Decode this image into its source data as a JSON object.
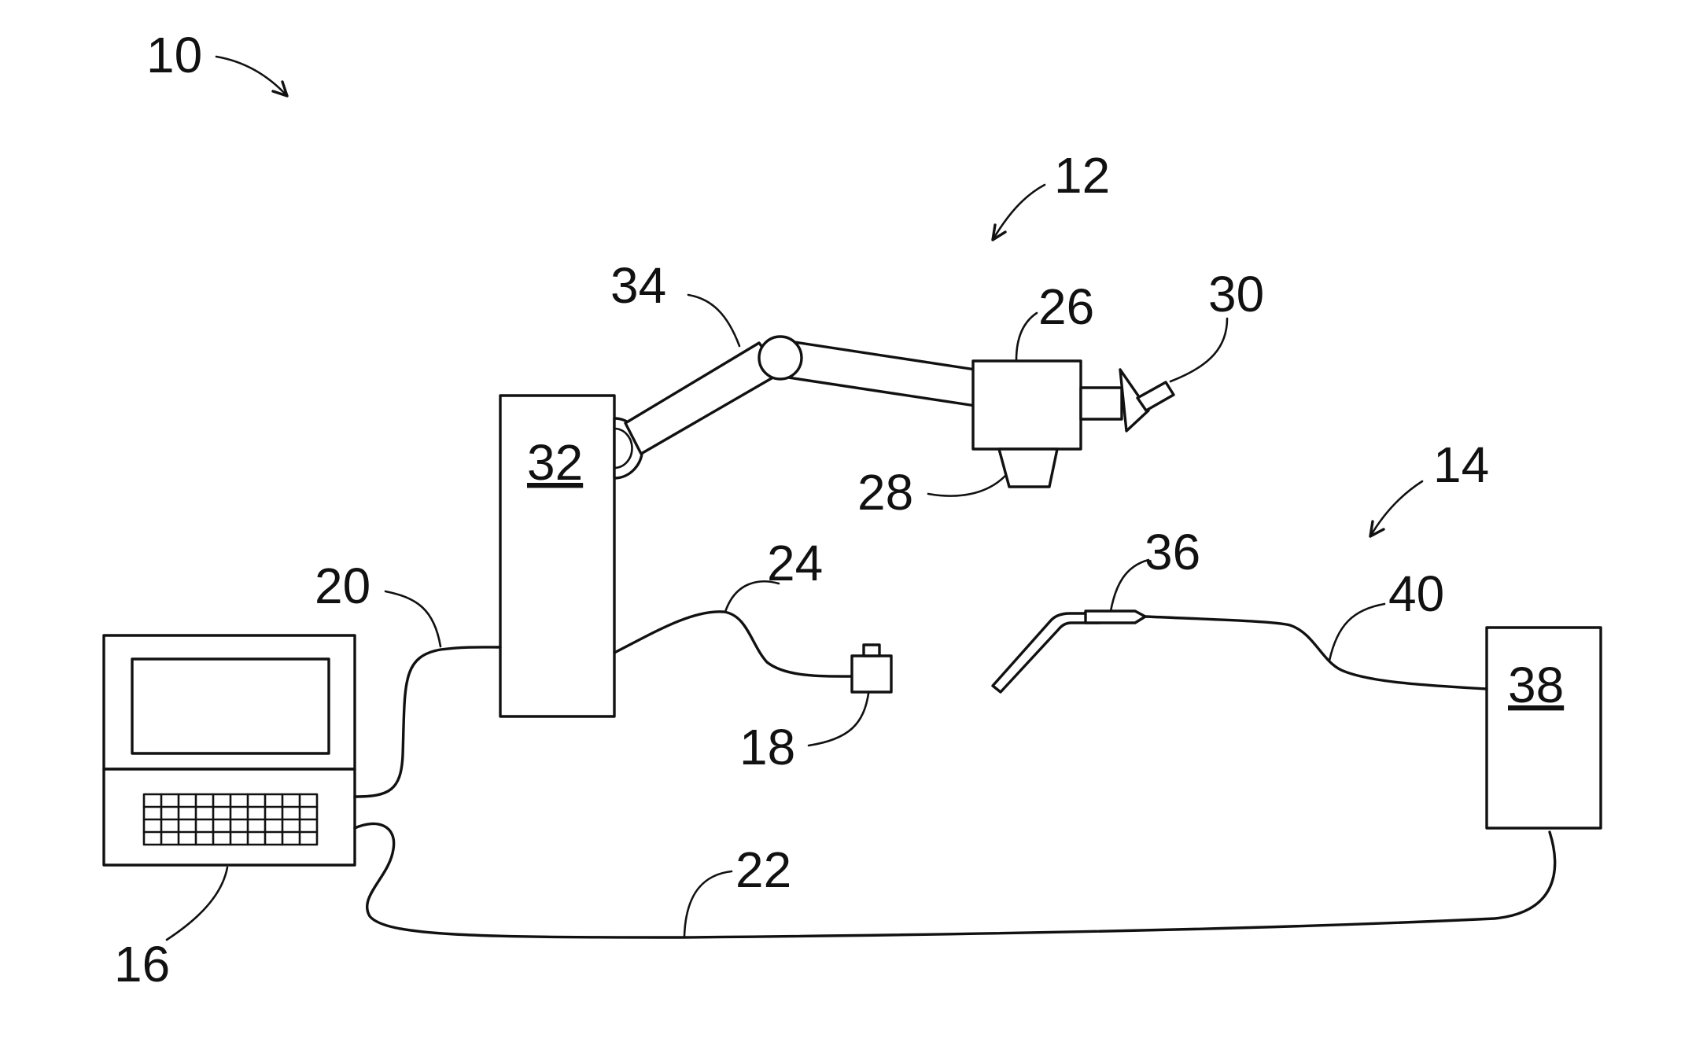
{
  "labels": {
    "system": "10",
    "robot_assembly": "12",
    "welding_assembly": "14",
    "computer": "16",
    "sensor": "18",
    "cable_computer_controller": "20",
    "cable_computer_power": "22",
    "cable_controller_sensor": "24",
    "tool_head": "26",
    "camera": "28",
    "laser": "30",
    "robot_controller": "32",
    "robot_arm": "34",
    "torch": "36",
    "power_supply": "38",
    "torch_cable": "40"
  },
  "colors": {
    "line": "#111111",
    "background": "#ffffff"
  }
}
